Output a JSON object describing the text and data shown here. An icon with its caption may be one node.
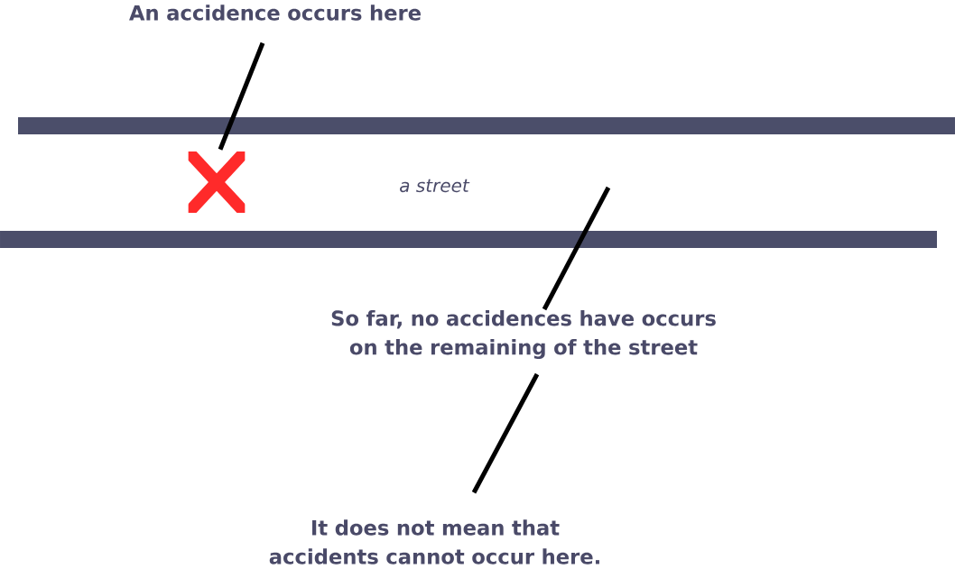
{
  "diagram": {
    "nodes": [
      {
        "text": [
          "An accidence occurs here"
        ]
      },
      {
        "text": [],
        "shape": "cross"
      },
      {
        "text": [
          "So far, no accidences have occurs on the remaining of the street"
        ]
      },
      {
        "text": [
          "It does not mean that accidents cannot occur here."
        ]
      }
    ],
    "edges": [
      {
        "from": 0,
        "to": 1,
        "arrow": "none"
      },
      {
        "from": 2,
        "to": null,
        "arrow": "none"
      },
      {
        "from": 3,
        "to": 2,
        "arrow": "none"
      }
    ],
    "labels": [
      "a street"
    ]
  }
}
